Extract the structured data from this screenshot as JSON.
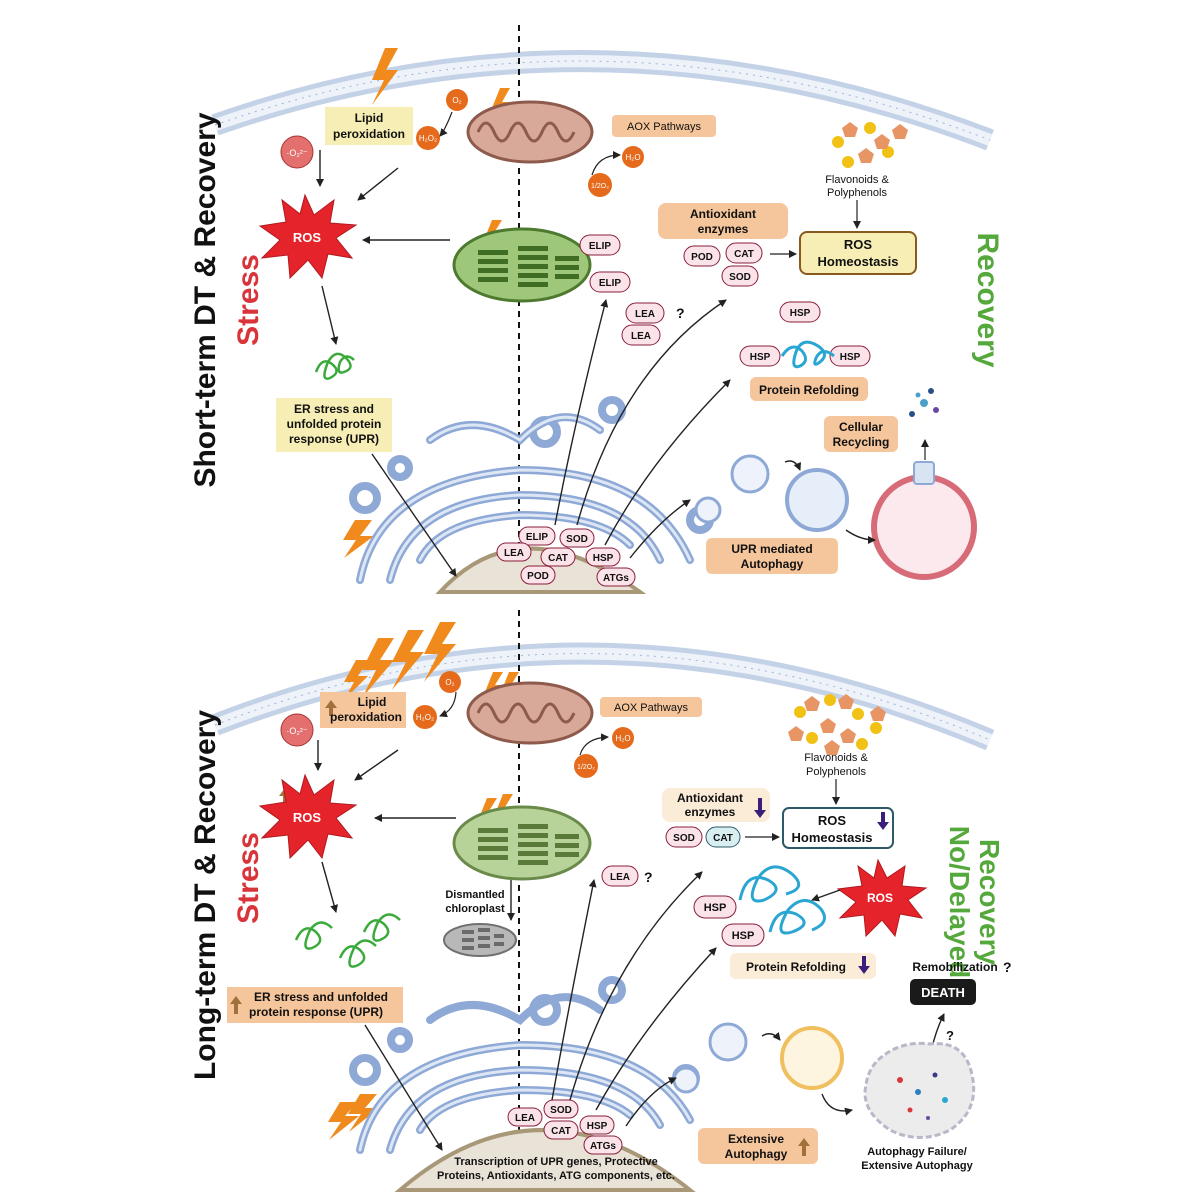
{
  "top": {
    "panel_title": "Short-term DT & Recovery",
    "stress_label": "Stress",
    "recovery_label": "Recovery",
    "lipid_peroxidation": [
      "Lipid",
      "peroxidation"
    ],
    "o2_radical": "·O₂²⁻",
    "o2": "O₂",
    "h2o2": "H₂O₂",
    "ros": "ROS",
    "aox": "AOX Pathways",
    "h2o": "H₂O",
    "half_o2": "1/2O₂",
    "flavonoids": [
      "Flavonoids &",
      "Polyphenols"
    ],
    "antioxidant": [
      "Antioxidant",
      "enzymes"
    ],
    "ros_homeostasis": [
      "ROS",
      "Homeostasis"
    ],
    "enzymes": [
      "POD",
      "CAT",
      "SOD"
    ],
    "elip": [
      "ELIP",
      "ELIP"
    ],
    "lea": [
      "LEA",
      "LEA"
    ],
    "question": "?",
    "hsp": [
      "HSP",
      "HSP",
      "HSP"
    ],
    "protein_refolding": "Protein Refolding",
    "cellular_recycling": [
      "Cellular",
      "Recycling"
    ],
    "er_stress": [
      "ER stress and",
      "unfolded protein",
      "response (UPR)"
    ],
    "upr_autophagy": [
      "UPR mediated",
      "Autophagy"
    ],
    "nucleus_pills": [
      "ELIP",
      "SOD",
      "LEA",
      "CAT",
      "HSP",
      "POD",
      "ATGs"
    ]
  },
  "bottom": {
    "panel_title": "Long-term DT & Recovery",
    "stress_label": "Stress",
    "recovery_label": [
      "No/Delayed",
      "Recovery"
    ],
    "lipid_peroxidation": [
      "Lipid",
      "peroxidation"
    ],
    "o2_radical": "·O₂²⁻",
    "o2": "O₂",
    "h2o2": "H₂O₂",
    "ros": "ROS",
    "ros2": "ROS",
    "aox": "AOX Pathways",
    "h2o": "H₂O",
    "half_o2": "1/2O₂",
    "flavonoids": [
      "Flavonoids &",
      "Polyphenols"
    ],
    "antioxidant": [
      "Antioxidant",
      "enzymes"
    ],
    "ros_homeostasis": [
      "ROS",
      "Homeostasis"
    ],
    "enzymes": [
      "SOD",
      "CAT"
    ],
    "lea": "LEA",
    "question": "?",
    "dismantled": [
      "Dismantled",
      "chloroplast"
    ],
    "hsp": [
      "HSP",
      "HSP"
    ],
    "protein_refolding": "Protein Refolding",
    "remobilization": "Remobilization",
    "death": "DEATH",
    "er_stress": [
      "ER stress and unfolded",
      "protein response (UPR)"
    ],
    "extensive_autophagy": [
      "Extensive",
      "Autophagy"
    ],
    "autophagy_failure": [
      "Autophagy Failure/",
      "Extensive Autophagy"
    ],
    "transcription": [
      "Transcription of UPR genes,  Protective",
      "Proteins, Antioxidants, ATG components,  etc."
    ],
    "nucleus_pills": [
      "LEA",
      "SOD",
      "CAT",
      "HSP",
      "ATGs"
    ]
  },
  "colors": {
    "stress_red": "#d8343a",
    "recovery_green": "#55a83b",
    "ros_red": "#e5232b",
    "orange_bolt": "#f08a1c",
    "yellow_box": "#f6eeb4",
    "peach_box": "#f5c59b",
    "pill_pink": "#fbe3ea",
    "pill_border": "#8a1f3a",
    "er_blue": "#8ea9d6",
    "arrow_up": "#a2703a",
    "arrow_down": "#3a1e7a"
  }
}
